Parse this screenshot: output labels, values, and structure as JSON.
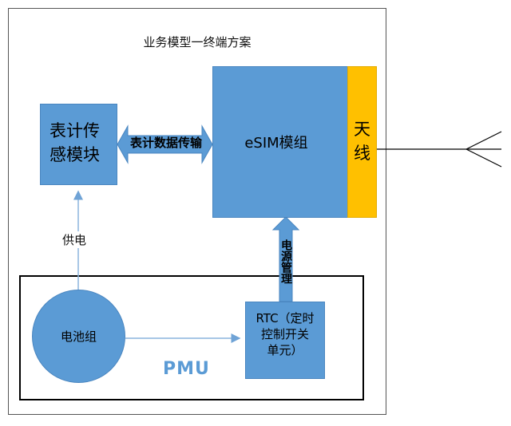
{
  "title": "业务模型一终端方案",
  "sensor_module": {
    "label": "表计传感模块",
    "line1": "表计传",
    "line2": "感模块"
  },
  "data_transfer": {
    "label": "表计数据传输"
  },
  "esim_module": {
    "label": "eSIM模组"
  },
  "antenna": {
    "label": "天线",
    "line1": "天",
    "line2": "线"
  },
  "power_management": {
    "label": "电源管理"
  },
  "power_supply": {
    "label": "供电"
  },
  "battery": {
    "label": "电池组"
  },
  "rtc": {
    "label": "RTC（定时控制开关单元）",
    "line1": "RTC（定时",
    "line2": "控制开关",
    "line3": "单元）"
  },
  "pmu": {
    "label": "PMU"
  },
  "colors": {
    "module_fill": "#5b9bd5",
    "antenna_fill": "#ffc000",
    "pmu_text": "#5b9bd5"
  }
}
